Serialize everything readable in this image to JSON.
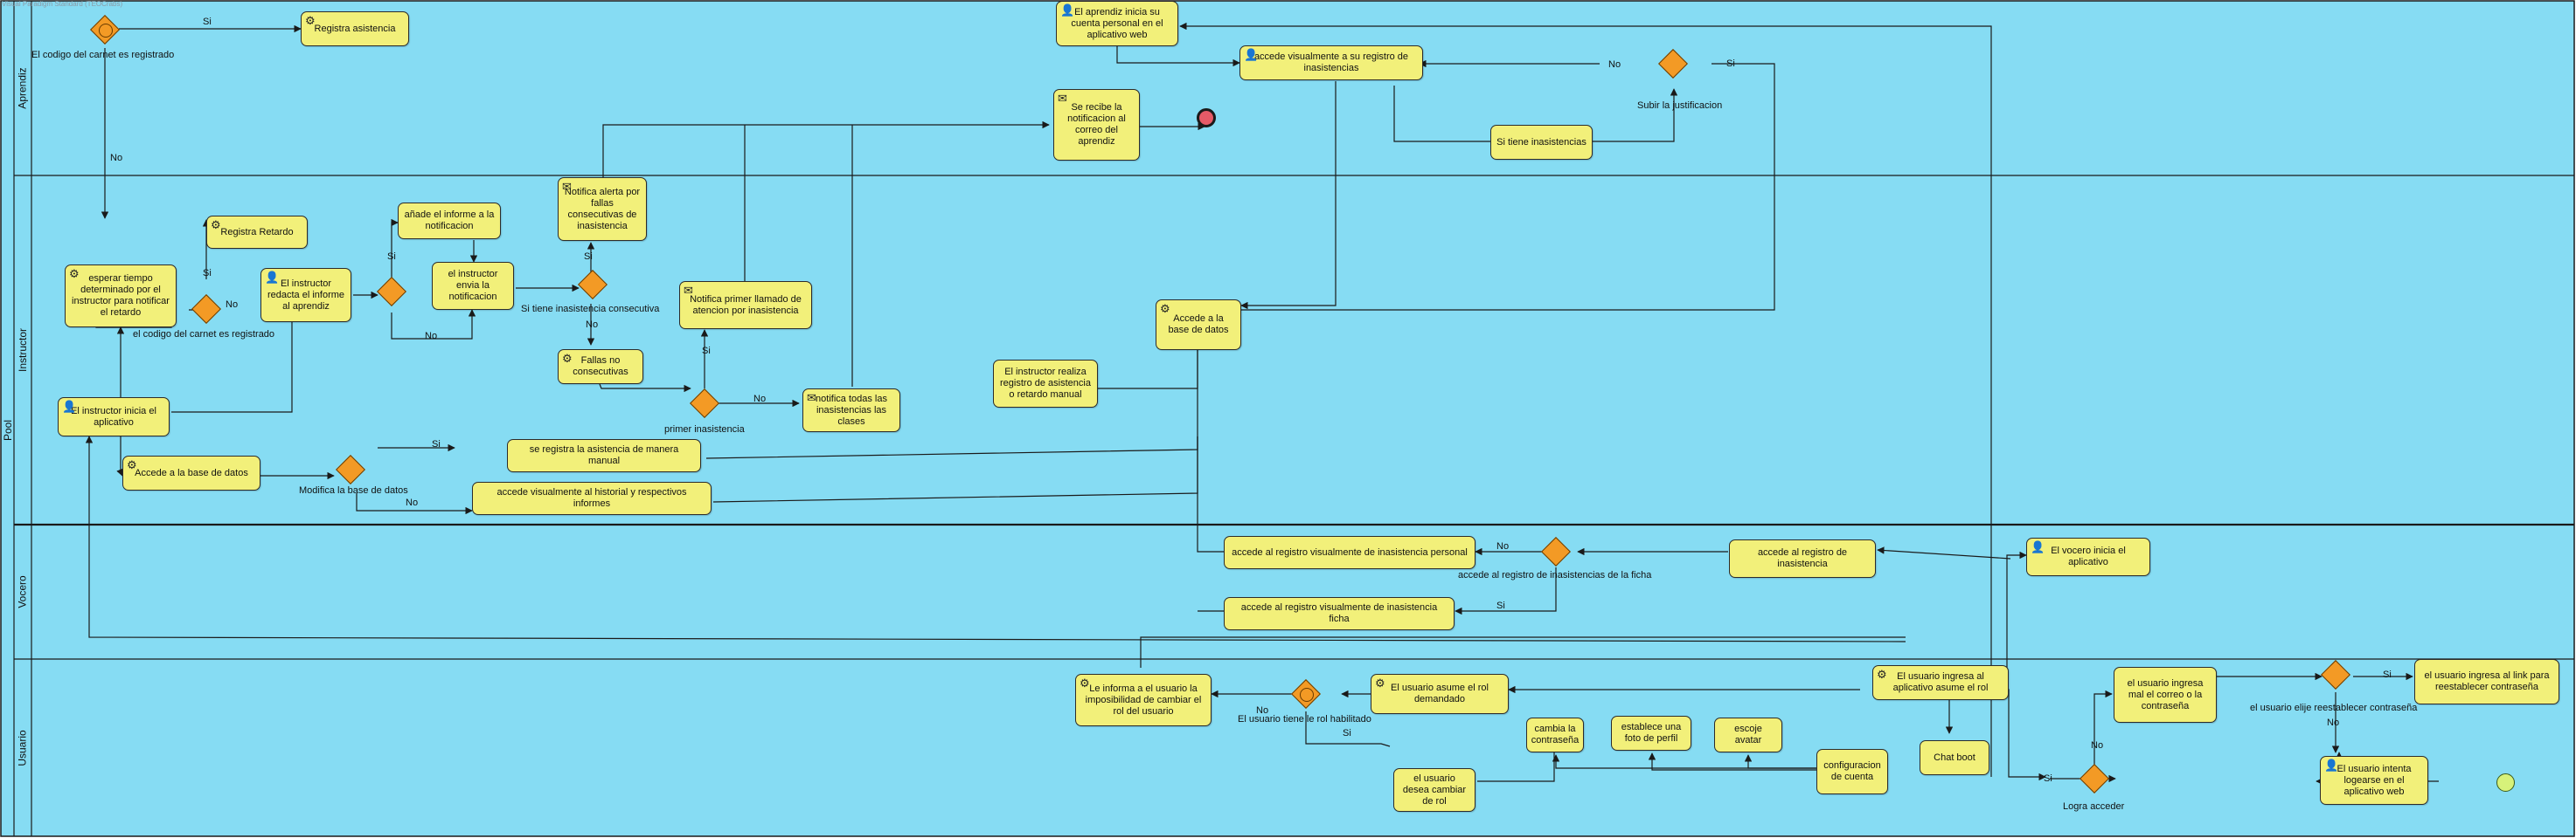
{
  "watermark": "Visual Paradigm Standard (TEOCrabs)",
  "pool": {
    "name": "Pool"
  },
  "lanes": {
    "aprendiz": "Aprendiz",
    "instructor": "Instructor",
    "vocero": "Vocero",
    "usuario": "Usuario"
  },
  "tasks": {
    "registra_asistencia": "Registra asistencia",
    "aprendiz_inicia_cuenta": "El aprendiz inicia su cuenta personal en el aplicativo web",
    "accede_visualmente_registro": "accede visualmente a su registro de inasistencias",
    "se_recibe_notificacion": "Se recibe la notificacion al correo del aprendiz",
    "si_tiene_inasistencias": "Si tiene inasistencias",
    "registra_retardo": "Registra Retardo",
    "anade_informe": "añade el informe a la notificacion",
    "notifica_alerta": "Notifica alerta por fallas consecutivas de inasistencia",
    "esperar_tiempo": "esperar tiempo determinado por el instructor para notificar el retardo",
    "instructor_redacta": "El instructor redacta el informe al aprendiz",
    "instructor_envia": "el instructor envia la notificacion",
    "notifica_primer_llamado": "Notifica primer llamado de atencion por inasistencia",
    "fallas_no_consecutivas": "Fallas no consecutivas",
    "accede_base_datos": "Accede a la base de datos",
    "instructor_realiza_registro": "El instructor realiza registro de asistencia o retardo manual",
    "notifica_todas": "notifica todas las inasistencias las clases",
    "instructor_inicia": "El instructor inicia el aplicativo",
    "accede_base_datos_2": "Accede a la base de datos",
    "registra_asistencia_manual": "se registra  la asistencia de manera manual",
    "accede_historial": "accede visualmente al historial y respectivos informes",
    "vocero_inicia": "El vocero inicia el aplicativo",
    "vocero_accede_registro": "accede al registro de inasistencia",
    "accede_registro_personal": "accede al registro visualmente de inasistencia personal",
    "accede_registro_ficha": "accede al registro visualmente de inasistencia ficha",
    "informa_imposibilidad": "Le informa a el usuario la imposibilidad de cambiar el rol del usuario",
    "asume_rol_demandado": "El usuario asume el rol demandado",
    "usuario_ingresa_asume": "El usuario ingresa al aplicativo asume el rol",
    "ingresa_mal_correo": "el usuario ingresa mal el correo o la contraseña",
    "ingresa_link": "el usuario ingresa al link para reestablecer contraseña",
    "cambia_contrasena": "cambia la contraseña",
    "establece_foto": "establece una foto de perfil",
    "escoje_avatar": "escoje avatar",
    "chat_boot": "Chat boot",
    "configuracion_cuenta": "configuracion de cuenta",
    "desea_cambiar_rol": "el usuario desea cambiar de rol",
    "intenta_logearse": "El usuario intenta logearse en el aplicativo web"
  },
  "gateways": {
    "carnet_registrado_top": "El codigo del carnet es registrado",
    "subir_justificacion": "Subir la justificacion",
    "carnet_registrado_mid": "el codigo del carnet es registrado",
    "tiene_consecutiva": "Si tiene inasistencia consecutiva",
    "primer_inasistencia": "primer inasistencia",
    "modifica_base": "Modifica la base de datos",
    "registro_ficha": "accede al registro de inasistencias de la ficha",
    "rol_habilitado": "El usuario tiene le rol habilitado",
    "elije_reestablecer": "el usuario elije reestablecer contraseña",
    "logra_acceder": "Logra acceder"
  },
  "flow_labels": {
    "si": "Si",
    "no": "No"
  },
  "colors": {
    "pool_bg": "#86dcf3",
    "task_fill": "#f2f07a",
    "gateway_fill": "#f39a25",
    "end_event": "#e65a67",
    "start_event": "#d7f27a",
    "line": "#1a1a1a"
  },
  "icons": {
    "service_task": "gear-icon",
    "user_task": "person-icon",
    "send_task": "envelope-filled-icon",
    "receive_task": "envelope-outline-icon"
  }
}
